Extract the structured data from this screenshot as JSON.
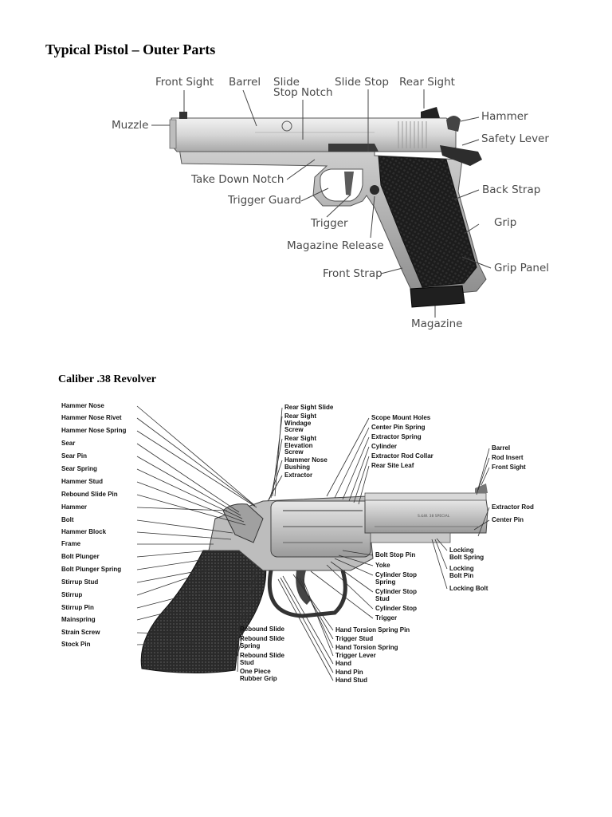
{
  "titles": {
    "pistol": "Typical Pistol – Outer Parts",
    "revolver": "Caliber .38 Revolver"
  },
  "pistol_labels": {
    "front_sight": "Front Sight",
    "barrel": "Barrel",
    "slide_stop_notch": [
      "Slide",
      "Stop Notch"
    ],
    "slide_stop": "Slide Stop",
    "rear_sight": "Rear Sight",
    "muzzle": "Muzzle",
    "hammer": "Hammer",
    "safety_lever": "Safety Lever",
    "take_down_notch": "Take Down Notch",
    "trigger_guard": "Trigger Guard",
    "back_strap": "Back Strap",
    "trigger": "Trigger",
    "grip": "Grip",
    "magazine_release": "Magazine Release",
    "grip_panel": "Grip Panel",
    "front_strap": "Front Strap",
    "magazine": "Magazine"
  },
  "revolver_left": [
    [
      "Hammer Nose"
    ],
    [
      "Hammer Nose Rivet"
    ],
    [
      "Hammer Nose Spring"
    ],
    [
      "Sear"
    ],
    [
      "Sear Pin"
    ],
    [
      "Sear Spring"
    ],
    [
      "Hammer Stud"
    ],
    [
      "Rebound Slide Pin"
    ],
    [
      "Hammer"
    ],
    [
      "Bolt"
    ],
    [
      "Hammer Block"
    ],
    [
      "Frame"
    ],
    [
      "Bolt Plunger"
    ],
    [
      "Bolt Plunger Spring"
    ],
    [
      "Stirrup Stud"
    ],
    [
      "Stirrup"
    ],
    [
      "Stirrup Pin"
    ],
    [
      "Mainspring"
    ],
    [
      "Strain Screw"
    ],
    [
      "Stock Pin"
    ]
  ],
  "revolver_top": [
    [
      "Rear Sight Slide"
    ],
    [
      "Rear Sight",
      "Windage",
      "Screw"
    ],
    [
      "Rear Sight",
      "Elevation",
      "Screw"
    ],
    [
      "Hammer Nose",
      "Bushing"
    ],
    [
      "Extractor"
    ]
  ],
  "revolver_top2": [
    [
      "Scope Mount Holes"
    ],
    [
      "Center Pin Spring"
    ],
    [
      "Extractor Spring"
    ],
    [
      "Cylinder"
    ],
    [
      "Extractor Rod Collar"
    ],
    [
      "Rear Site Leaf"
    ]
  ],
  "revolver_right": [
    [
      "Barrel"
    ],
    [
      "Rod Insert"
    ],
    [
      "Front Sight"
    ],
    [
      "Extractor Rod"
    ],
    [
      "Center Pin"
    ]
  ],
  "revolver_locking": [
    [
      "Locking",
      "Bolt Spring"
    ],
    [
      "Locking",
      "Bolt Pin"
    ],
    [
      "Locking Bolt"
    ]
  ],
  "revolver_mid": [
    [
      "Bolt Stop Pin"
    ],
    [
      "Yoke"
    ],
    [
      "Cylinder Stop",
      "Spring"
    ],
    [
      "Cylinder Stop",
      "Stud"
    ],
    [
      "Cylinder Stop"
    ],
    [
      "Trigger"
    ]
  ],
  "revolver_bottom_left": [
    [
      "Rebound Slide"
    ],
    [
      "Rebound Slide",
      "Spring"
    ],
    [
      "Rebound Slide",
      "Stud"
    ],
    [
      "One Piece",
      "Rubber Grip"
    ]
  ],
  "revolver_bottom_right": [
    [
      "Hand Torsion Spring Pin"
    ],
    [
      "Trigger Stud"
    ],
    [
      "Hand Torsion Spring"
    ],
    [
      "Trigger Lever"
    ],
    [
      "Hand"
    ],
    [
      "Hand Pin"
    ],
    [
      "Hand Stud"
    ]
  ],
  "barrel_markings": "S.&W. 38 SPECIAL"
}
